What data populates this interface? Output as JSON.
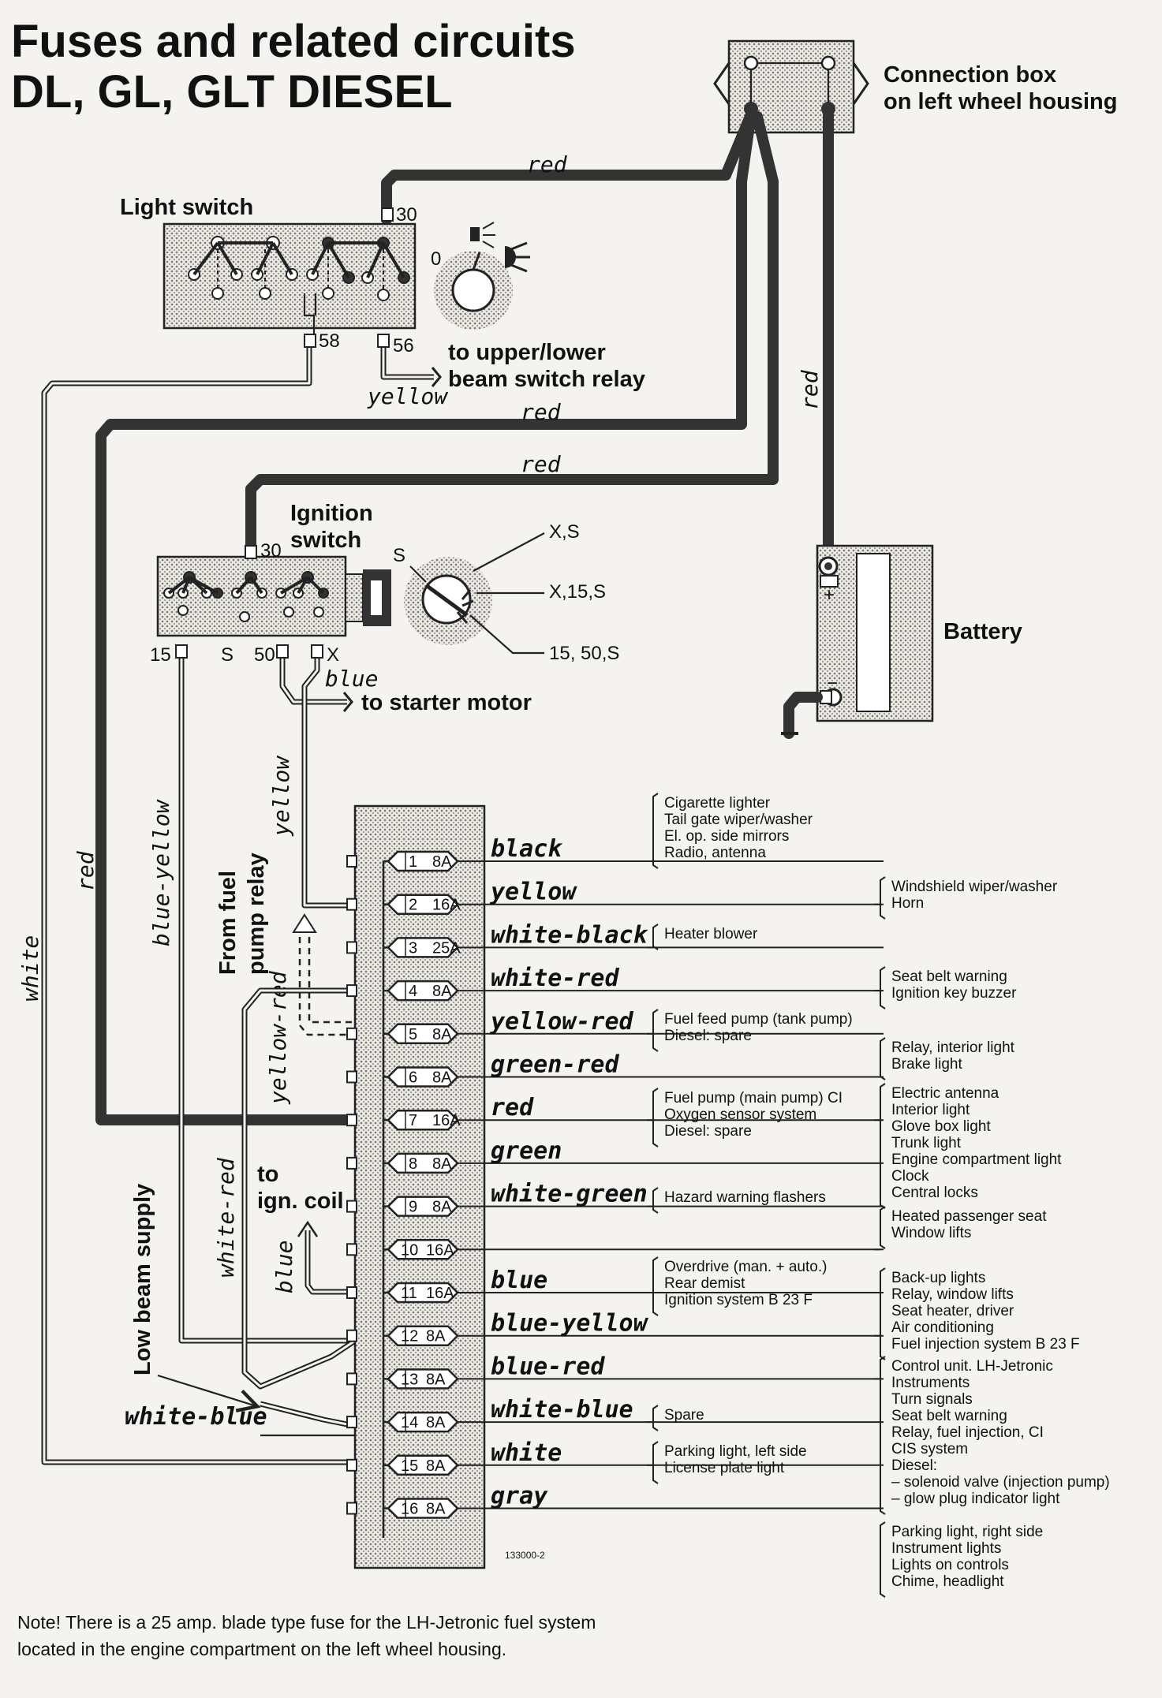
{
  "title": {
    "line1": "Fuses and related circuits",
    "line2": "DL, GL, GLT DIESEL"
  },
  "components": {
    "connection_box": "Connection box",
    "connection_box_line2": "on left wheel housing",
    "light_switch": "Light switch",
    "ignition_switch_line1": "Ignition",
    "ignition_switch_line2": "switch",
    "battery": "Battery"
  },
  "light_switch_terminals": {
    "t30": "30",
    "t58": "58",
    "t56": "56",
    "pos0": "0"
  },
  "ignition_terminals": {
    "t30": "30",
    "t15": "15",
    "tS": "S",
    "t50": "50",
    "tX": "X",
    "key_S": "S"
  },
  "ignition_positions": [
    "X,S",
    "X,15,S",
    "15, 50,S"
  ],
  "battery_terminals": {
    "plus": "+",
    "minus": "−"
  },
  "destinations": {
    "beam_relay_line1": "to upper/lower",
    "beam_relay_line2": "beam switch relay",
    "starter": "to starter motor",
    "from_fuel_pump_line1": "From fuel",
    "from_fuel_pump_line2": "pump relay",
    "ign_coil_line1": "to",
    "ign_coil_line2": "ign. coil",
    "low_beam": "Low beam supply"
  },
  "wire_labels": {
    "red_top": "red",
    "red_mid1": "red",
    "red_mid2": "red",
    "red_vertical_battery": "red",
    "red_vertical_left": "red",
    "yellow_beam": "yellow",
    "blue_starter": "blue",
    "yellow_vertical": "yellow",
    "white_vertical": "white",
    "blue_yellow_vertical": "blue-yellow",
    "yellow_red_vertical": "yellow-red",
    "white_red_vertical": "white-red",
    "blue_coil": "blue",
    "white_blue_left": "white-blue"
  },
  "fuses": [
    {
      "number": "1",
      "rating": "8A",
      "color": "black"
    },
    {
      "number": "2",
      "rating": "16A",
      "color": "yellow"
    },
    {
      "number": "3",
      "rating": "25A",
      "color": "white-black"
    },
    {
      "number": "4",
      "rating": "8A",
      "color": "white-red"
    },
    {
      "number": "5",
      "rating": "8A",
      "color": "yellow-red"
    },
    {
      "number": "6",
      "rating": "8A",
      "color": "green-red"
    },
    {
      "number": "7",
      "rating": "16A",
      "color": "red"
    },
    {
      "number": "8",
      "rating": "8A",
      "color": "green"
    },
    {
      "number": "9",
      "rating": "8A",
      "color": "white-green"
    },
    {
      "number": "10",
      "rating": "16A",
      "color": ""
    },
    {
      "number": "11",
      "rating": "16A",
      "color": "blue"
    },
    {
      "number": "12",
      "rating": "8A",
      "color": "blue-yellow"
    },
    {
      "number": "13",
      "rating": "8A",
      "color": "blue-red"
    },
    {
      "number": "14",
      "rating": "8A",
      "color": "white-blue"
    },
    {
      "number": "15",
      "rating": "8A",
      "color": "white"
    },
    {
      "number": "16",
      "rating": "8A",
      "color": "gray"
    }
  ],
  "circuits_left": [
    {
      "lines": [
        "Cigarette lighter",
        "Tail gate wiper/washer",
        "El. op. side mirrors",
        "Radio, antenna"
      ]
    },
    {
      "lines": [
        "Heater blower"
      ]
    },
    {
      "lines": [
        "Fuel feed pump (tank pump)",
        "Diesel: spare"
      ]
    },
    {
      "lines": [
        "Fuel pump (main pump) CI",
        "Oxygen sensor system",
        "Diesel: spare"
      ]
    },
    {
      "lines": [
        "Hazard warning flashers"
      ]
    },
    {
      "lines": [
        "Overdrive (man. + auto.)",
        "Rear demist",
        "Ignition system B 23 F"
      ]
    },
    {
      "lines": [
        "Spare"
      ]
    },
    {
      "lines": [
        "Parking light, left side",
        "License plate light"
      ]
    }
  ],
  "circuits_right": [
    {
      "lines": [
        "Windshield wiper/washer",
        "Horn"
      ]
    },
    {
      "lines": [
        "Seat belt warning",
        "Ignition key buzzer"
      ]
    },
    {
      "lines": [
        "Relay, interior light",
        "Brake light"
      ]
    },
    {
      "lines": [
        "Electric antenna",
        "Interior light",
        "Glove box light",
        "Trunk light",
        "Engine compartment light",
        "Clock",
        "Central locks"
      ]
    },
    {
      "lines": [
        "Heated passenger seat",
        "Window lifts"
      ]
    },
    {
      "lines": [
        "Back-up lights",
        "Relay, window lifts",
        "Seat heater, driver",
        "Air conditioning",
        "Fuel injection system B 23 F"
      ]
    },
    {
      "lines": [
        "Control unit. LH-Jetronic",
        "Instruments",
        "Turn signals",
        "Seat belt warning",
        "Relay, fuel injection, CI",
        "CIS system",
        "Diesel:",
        "– solenoid valve (injection pump)",
        "– glow plug indicator light"
      ]
    },
    {
      "lines": [
        "Parking light, right side",
        "Instrument lights",
        "Lights on controls",
        "Chime, headlight"
      ]
    }
  ],
  "figure_code": "133000-2",
  "note": "Note! There is a 25 amp. blade type fuse for the LH-Jetronic fuel system located in the engine compartment on the left wheel housing."
}
